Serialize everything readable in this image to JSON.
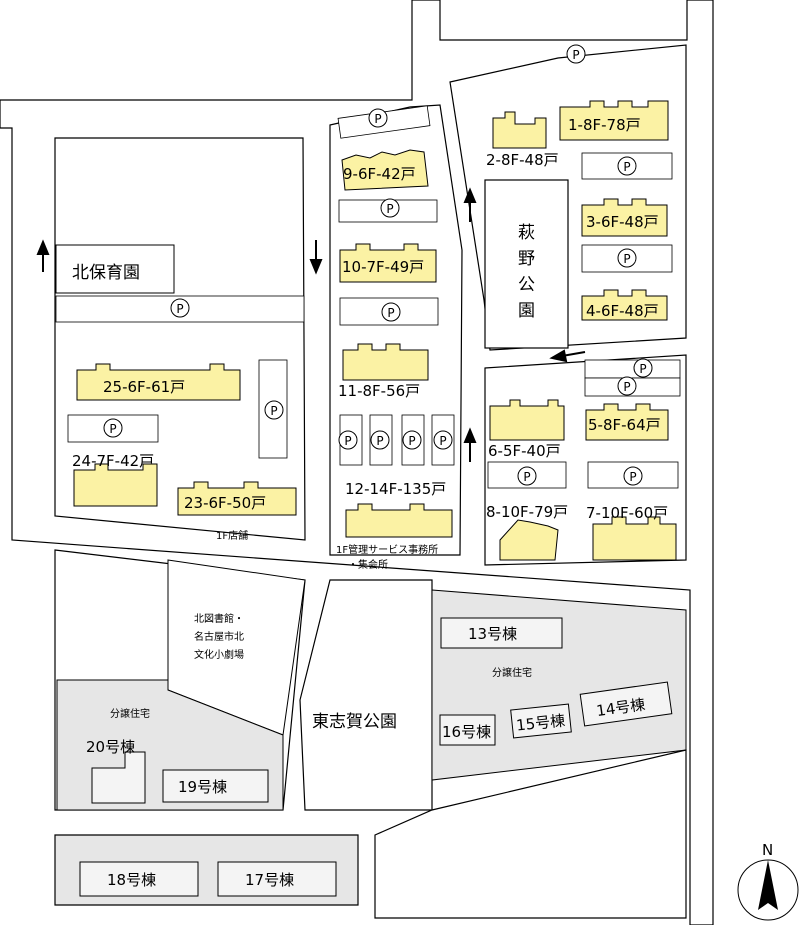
{
  "colors": {
    "road_fill": "#ffffff",
    "road_line": "#000000",
    "block_fill": "#ffffff",
    "rental_building": "#fbf2a4",
    "sale_area": "#e6e6e6",
    "sale_building": "#f4f4f4"
  },
  "icons": {
    "parking": "P",
    "arrow": "direction-arrow-icon",
    "north": "north-arrow-icon"
  },
  "labels": {
    "parking_letter": "P",
    "north_letter": "N",
    "nursery": "北保育園",
    "hagino_park": "萩野公園",
    "higashishiga_park": "東志賀公園",
    "library": "北図書館・\n名古屋市北\n文化小劇場",
    "shop": "1F店舗",
    "office": "1F管理サービス事務所\n・集会所",
    "sale_east": "分譲住宅",
    "sale_west": "分譲住宅"
  },
  "buildings": {
    "b1": "1-8F-78戸",
    "b2": "2-8F-48戸",
    "b3": "3-6F-48戸",
    "b4": "4-6F-48戸",
    "b5": "5-8F-64戸",
    "b6": "6-5F-40戸",
    "b7": "7-10F-60戸",
    "b8": "8-10F-79戸",
    "b9": "9-6F-42戸",
    "b10": "10-7F-49戸",
    "b11": "11-8F-56戸",
    "b12": "12-14F-135戸",
    "b23": "23-6F-50戸",
    "b24": "24-7F-42戸",
    "b25": "25-6F-61戸",
    "s13": "13号棟",
    "s14": "14号棟",
    "s15": "15号棟",
    "s16": "16号棟",
    "s17": "17号棟",
    "s18": "18号棟",
    "s19": "19号棟",
    "s20": "20号棟"
  }
}
